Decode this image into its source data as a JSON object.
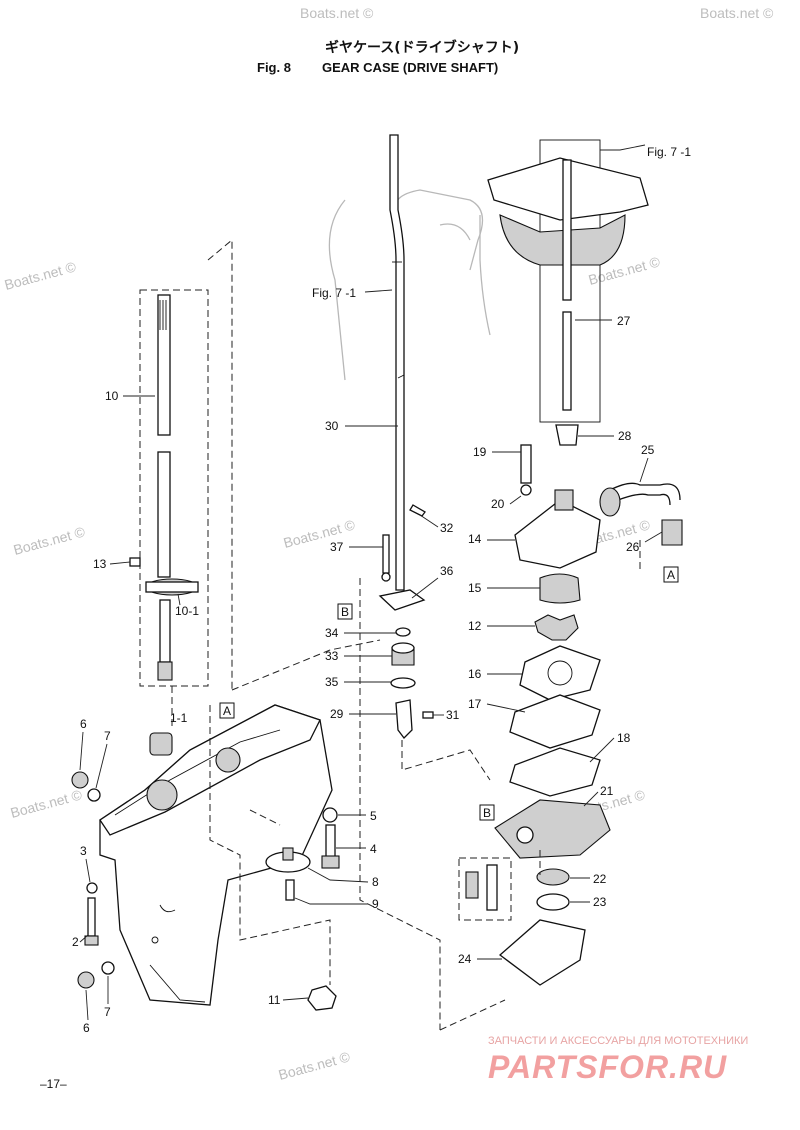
{
  "title": {
    "japanese": "ギヤケース(ドライブシャフト)",
    "fig_number": "Fig. 8",
    "english": "GEAR CASE (DRIVE SHAFT)"
  },
  "refs": {
    "fig71_top": "Fig. 7 -1",
    "fig71_mid": "Fig. 7 -1"
  },
  "watermarks": [
    "Boats.net ©",
    "Boats.net ©",
    "Boats.net ©",
    "Boats.net ©",
    "Boats.net ©",
    "Boats.net ©",
    "Boats.net ©",
    "Boats.net ©",
    "Boats.net ©",
    "Boats.net ©"
  ],
  "callouts": {
    "A": "A",
    "B": "B"
  },
  "part_labels": {
    "p10": "10",
    "p13": "13",
    "p10_1": "10-1",
    "p1_1": "1-1",
    "p6a": "6",
    "p7a": "7",
    "p3": "3",
    "p2": "2",
    "p6b": "6",
    "p7b": "7",
    "p5": "5",
    "p4": "4",
    "p8": "8",
    "p9": "9",
    "p11": "11",
    "p30": "30",
    "p32": "32",
    "p37": "37",
    "p36": "36",
    "p34": "34",
    "p33": "33",
    "p35": "35",
    "p29": "29",
    "p31": "31",
    "p27": "27",
    "p19": "19",
    "p28": "28",
    "p25": "25",
    "p20": "20",
    "p14": "14",
    "p26": "26",
    "p15": "15",
    "p12": "12",
    "p16": "16",
    "p17": "17",
    "p18": "18",
    "p21": "21",
    "p22": "22",
    "p23": "23",
    "p24": "24"
  },
  "brand": {
    "subtitle": "ЗАПЧАСТИ И АКСЕССУАРЫ ДЛЯ МОТОТЕХНИКИ",
    "logo": "PARTSFOR.RU"
  },
  "page_number": "–17–"
}
